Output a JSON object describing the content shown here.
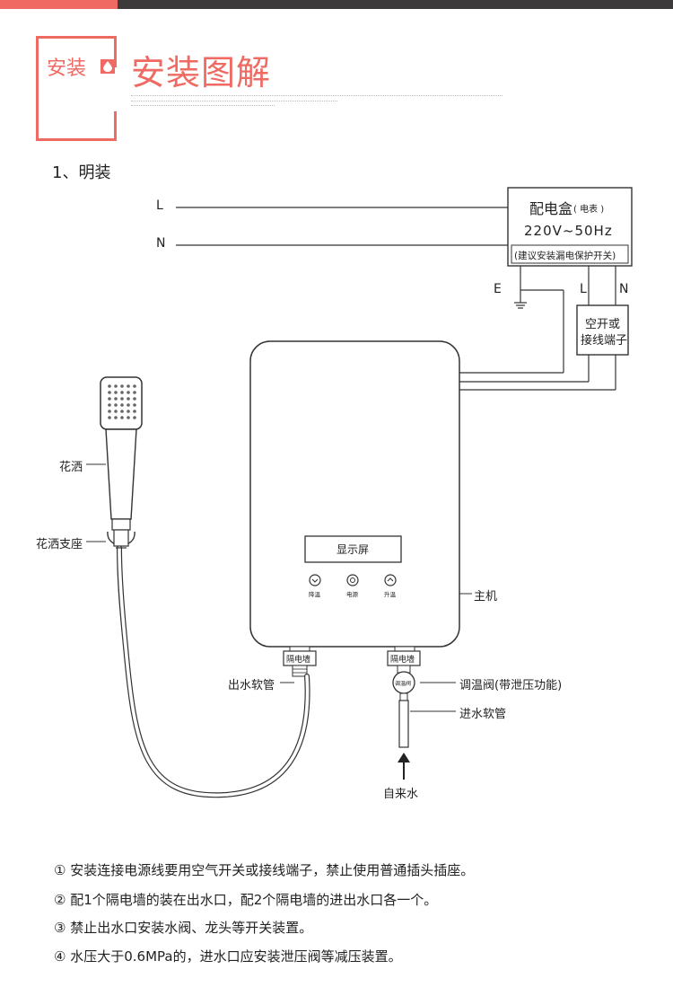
{
  "header": {
    "tag": "安装",
    "title": "安装图解",
    "section": "1、明装"
  },
  "power_box": {
    "title": "配电盒",
    "title_note": "( 电表 )",
    "voltage": "220V~50Hz",
    "advice": "(建议安装漏电保护开关)"
  },
  "wires": {
    "L": "L",
    "N": "N",
    "E": "E",
    "L2": "L",
    "N2": "N"
  },
  "switch_box": {
    "line1": "空开或",
    "line2": "接线端子"
  },
  "heater": {
    "display": "显示屏",
    "btn_down": "降温",
    "btn_power": "电源",
    "btn_up": "升温",
    "wall_left": "隔电墙",
    "wall_right": "隔电墙",
    "valve_text": "调温阀"
  },
  "labels": {
    "shower": "花洒",
    "shower_holder": "花洒支座",
    "main_unit": "主机",
    "outlet_hose": "出水软管",
    "valve": "调温阀(带泄压功能)",
    "inlet_hose": "进水软管",
    "tap_water": "自来水"
  },
  "notes": [
    "① 安装连接电源线要用空气开关或接线端子，禁止使用普通插头插座。",
    "② 配1个隔电墙的装在出水口，配2个隔电墙的进出水口各一个。",
    "③ 禁止出水口安装水阀、龙头等开关装置。",
    "④ 水压大于0.6MPa的，进水口应安装泄压阀等减压装置。"
  ],
  "colors": {
    "accent": "#ee6a62",
    "dark_bar": "#3d3a3c"
  }
}
